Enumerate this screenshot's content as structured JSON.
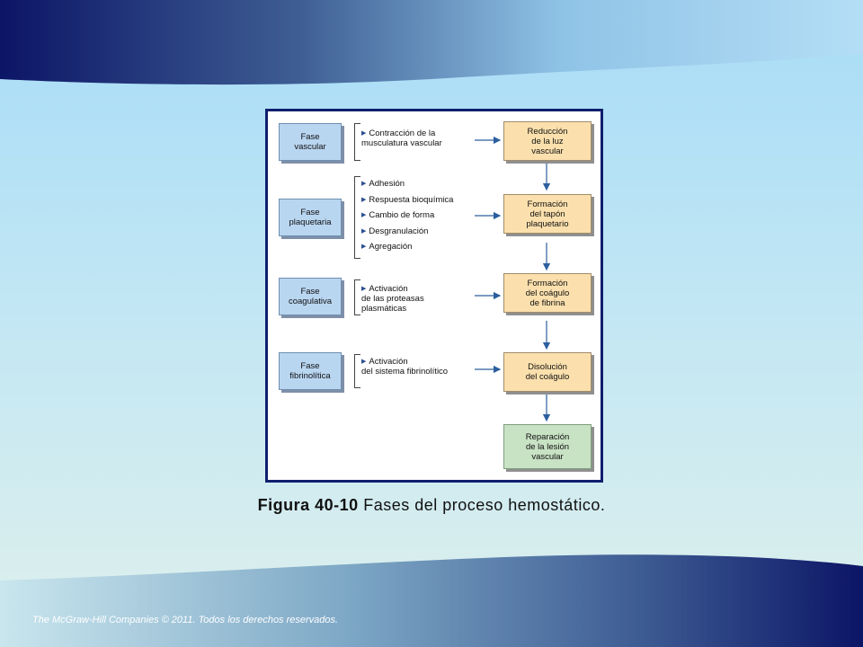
{
  "figure": {
    "phases": [
      {
        "label": "Fase\nvascular",
        "items": [
          "Contracción de la\nmusculatura vascular"
        ],
        "result": "Reducción\nde la luz\nvascular"
      },
      {
        "label": "Fase\nplaquetaria",
        "items": [
          "Adhesión",
          "Respuesta bioquímica",
          "Cambio de forma",
          "Desgranulación",
          "Agregación"
        ],
        "result": "Formación\ndel tapón\nplaquetario"
      },
      {
        "label": "Fase\ncoagulativa",
        "items": [
          "Activación\nde las proteasas\nplasmáticas"
        ],
        "result": "Formación\ndel coágulo\nde fibrina"
      },
      {
        "label": "Fase\nfibrinolítica",
        "items": [
          "Activación\ndel sistema fibrinolítico"
        ],
        "result": "Disolución\ndel coágulo"
      }
    ],
    "final_result": "Reparación\nde la lesión\nvascular"
  },
  "caption": {
    "number": "Figura 40-10",
    "text": "Fases del proceso hemostático."
  },
  "footer": {
    "text": "The McGraw-Hill Companies © 2011. Todos los derechos reservados."
  },
  "colors": {
    "phase_box": "#b9d6f1",
    "result_box": "#fbe0ad",
    "final_box": "#c8e2c4",
    "arrow": "#2c5f9e",
    "panel_border": "#0f1f6e",
    "bg_dark_blue": "#0c1566",
    "bg_light_blue": "#aee0f8"
  }
}
